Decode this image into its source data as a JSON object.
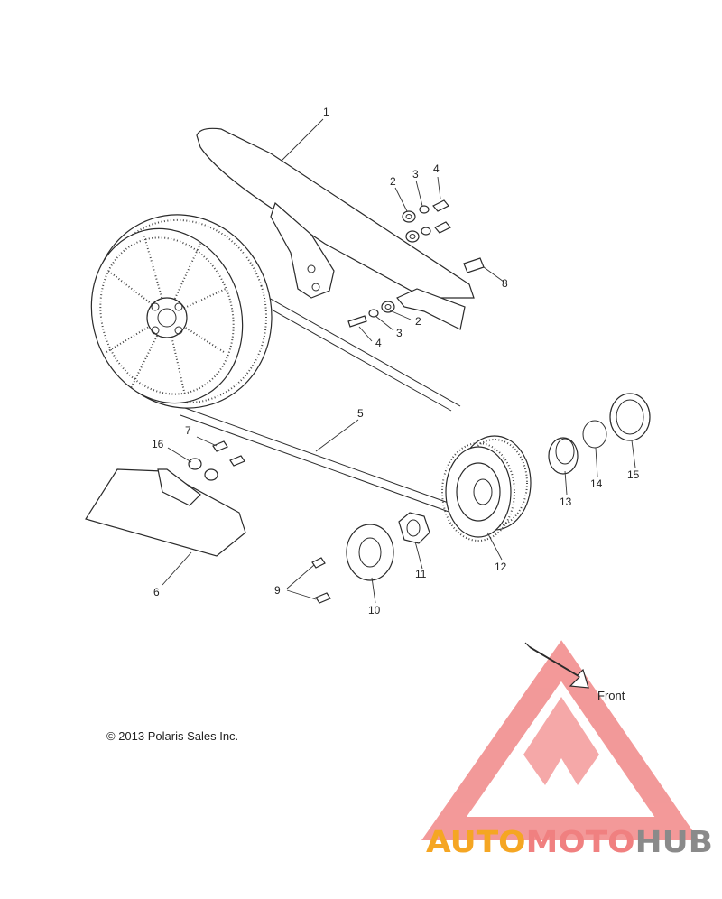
{
  "callouts": {
    "c1": "1",
    "c2a": "2",
    "c3a": "3",
    "c4a": "4",
    "c2b": "2",
    "c3b": "3",
    "c4b": "4",
    "c5": "5",
    "c6": "6",
    "c7": "7",
    "c8": "8",
    "c9": "9",
    "c10": "10",
    "c11": "11",
    "c12": "12",
    "c13": "13",
    "c14": "14",
    "c15": "15",
    "c16": "16"
  },
  "direction_label": "Front",
  "copyright": "© 2013 Polaris Sales Inc.",
  "watermark": {
    "text_auto": "AUTO",
    "text_moto": "MOTO",
    "text_hub": "HUB",
    "color_auto": "#f5a623",
    "color_moto": "#f08080",
    "color_hub": "#8a8a8a",
    "logo_color": "#f08080"
  }
}
